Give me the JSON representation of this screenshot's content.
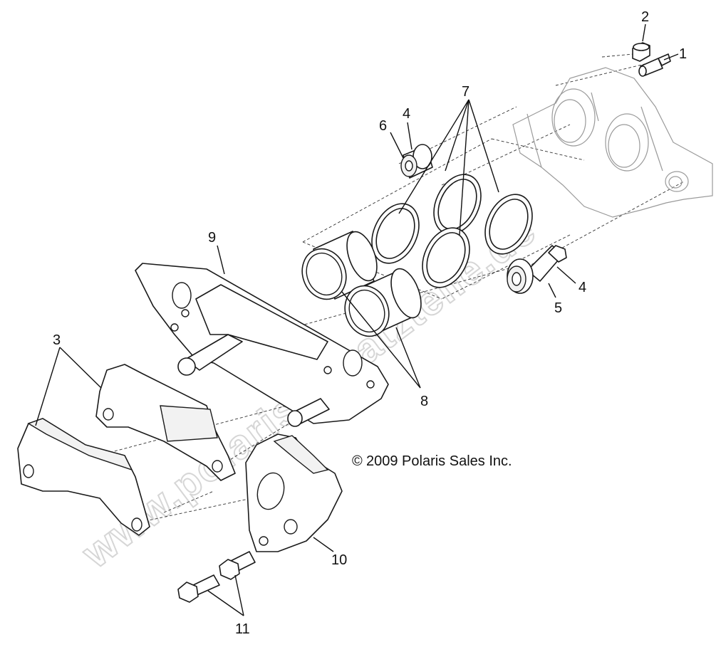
{
  "diagram": {
    "callouts": {
      "c1": "1",
      "c2": "2",
      "c3": "3",
      "c4a": "4",
      "c4b": "4",
      "c5": "5",
      "c6": "6",
      "c7": "7",
      "c8": "8",
      "c9": "9",
      "c10": "10",
      "c11": "11"
    },
    "copyright": "2009 Polaris Sales Inc.",
    "copyright_symbol": "©",
    "watermark": "www.polaris-ersatzteile.de"
  }
}
